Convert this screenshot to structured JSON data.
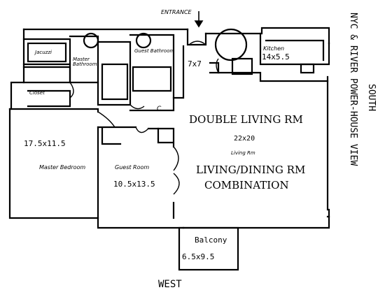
{
  "plan": {
    "entrance": "ENTRANCE",
    "kitchen_label": "Kitchen",
    "kitchen_size": "14x5.5",
    "foyer_size": "7x7",
    "double_living": "DOUBLE LIVING RM",
    "double_living_size": "22x20",
    "living_room_note": "Living Rm",
    "living_dining": "LIVING/DINING RM",
    "combination": "COMBINATION",
    "master_bedroom": "Master Bedroom",
    "master_bedroom_size": "17.5x11.5",
    "guest_room": "Guest Room",
    "guest_room_size": "10.5x13.5",
    "master_bathroom": "Master Bathroom",
    "guest_bathroom": "Guest Bathroom",
    "jacuzzi": "Jacuzzi",
    "closet": "Closet",
    "closet_short": "C",
    "balcony": "Balcony",
    "balcony_size": "6.5x9.5",
    "south": "SOUTH",
    "river_view": "NYC & RIVER POWER-HOUSE VIEW",
    "west": "WEST"
  }
}
